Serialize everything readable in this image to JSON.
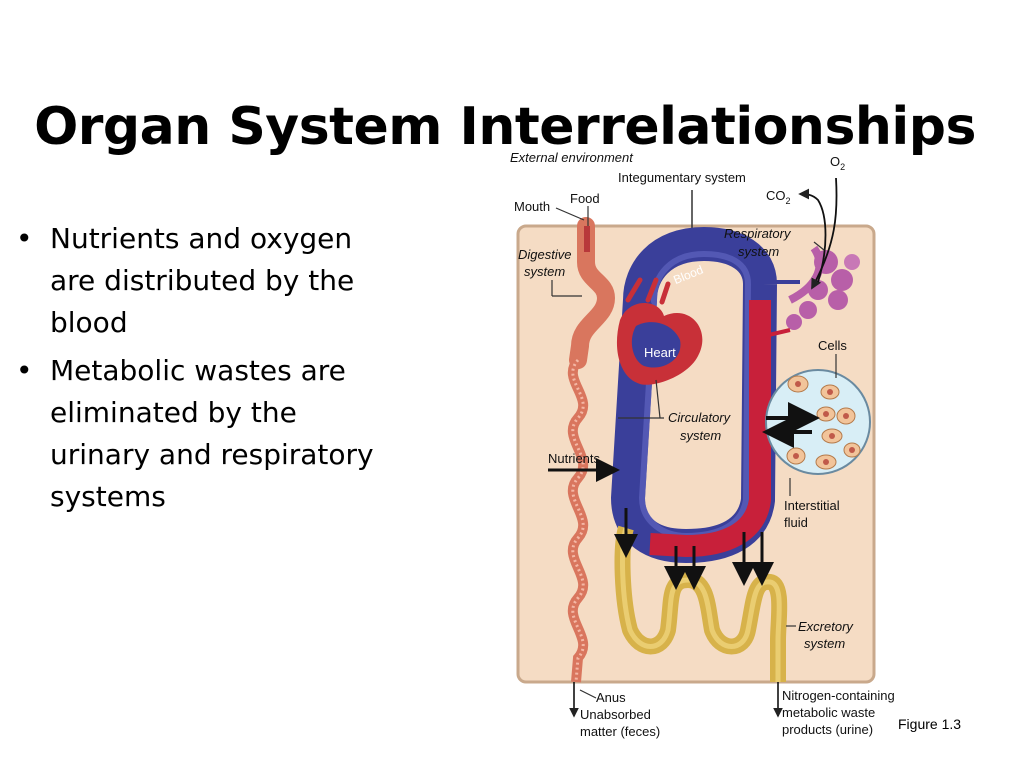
{
  "slide": {
    "title": "Organ System Interrelationships",
    "bullets": [
      "Nutrients and oxygen are distributed by the blood",
      "Metabolic wastes are eliminated by the urinary and respiratory systems"
    ],
    "figure_caption": "Figure 1.3"
  },
  "diagram": {
    "labels": {
      "external_environment": "External environment",
      "integumentary_system": "Integumentary system",
      "o2_base": "O",
      "o2_sub": "2",
      "co2_base": "CO",
      "co2_sub": "2",
      "mouth": "Mouth",
      "food": "Food",
      "respiratory_line1": "Respiratory",
      "respiratory_line2": "system",
      "digestive_line1": "Digestive",
      "digestive_line2": "system",
      "blood": "Blood",
      "heart": "Heart",
      "cells": "Cells",
      "circulatory_line1": "Circulatory",
      "circulatory_line2": "system",
      "nutrients": "Nutrients",
      "interstitial_line1": "Interstitial",
      "interstitial_line2": "fluid",
      "excretory_line1": "Excretory",
      "excretory_line2": "system",
      "anus": "Anus",
      "unabsorbed_line1": "Unabsorbed",
      "unabsorbed_line2": "matter (feces)",
      "nitrogen_line1": "Nitrogen-containing",
      "nitrogen_line2": "metabolic waste",
      "nitrogen_line3": "products (urine)"
    },
    "colors": {
      "body_fill": "#f5dcc4",
      "body_stroke": "#c9a98c",
      "blood_blue": "#3a3f9a",
      "blood_red": "#c8203a",
      "digestive": "#d9765e",
      "excretory": "#d7b24a",
      "respiratory": "#b85fa8",
      "interstitial": "#d8eef6"
    }
  }
}
